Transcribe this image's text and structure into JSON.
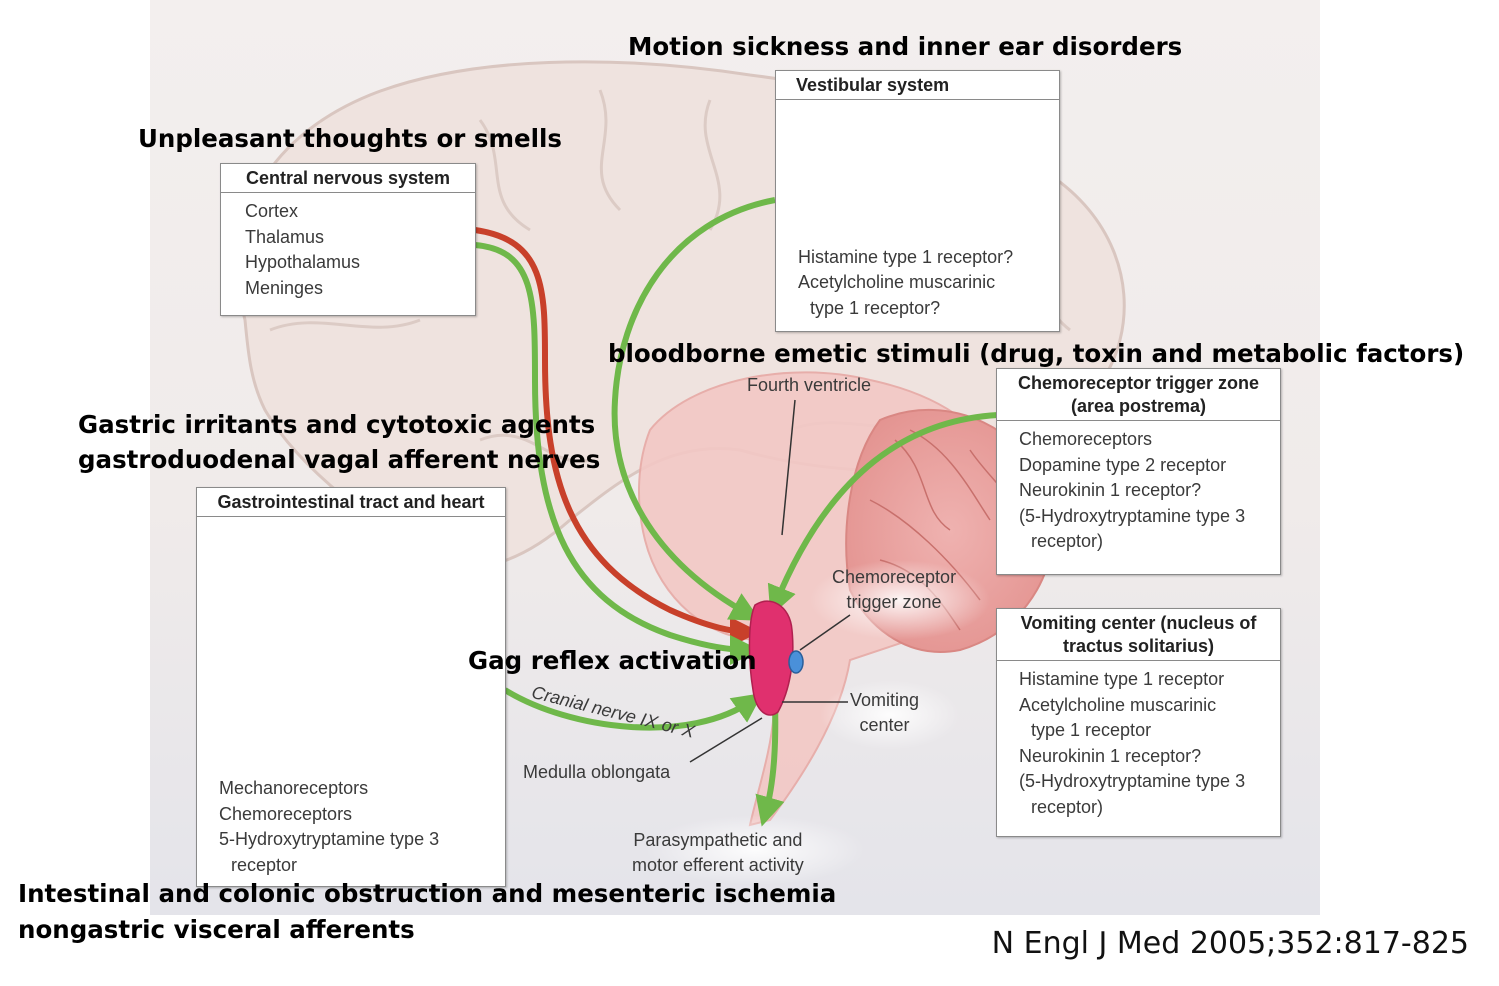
{
  "headings": {
    "motion": "Motion sickness and inner ear disorders",
    "unpleasant": "Unpleasant thoughts or smells",
    "bloodborne": "bloodborne emetic stimuli (drug, toxin and metabolic factors)",
    "gastric_line1": "Gastric irritants and cytotoxic agents",
    "gastric_line2": "gastroduodenal vagal afferent nerves",
    "gag": "Gag reflex activation",
    "intestinal_line1": "Intestinal and colonic obstruction and mesenteric ischemia",
    "intestinal_line2": "nongastric visceral afferents"
  },
  "boxes": {
    "cns": {
      "title": "Central nervous system",
      "items": [
        "Cortex",
        "Thalamus",
        "Hypothalamus",
        "Meninges"
      ]
    },
    "vestibular": {
      "title": "Vestibular system",
      "items": [
        "Histamine type 1 receptor?",
        "Acetylcholine muscarinic",
        "type 1 receptor?"
      ]
    },
    "ctz": {
      "title_line1": "Chemoreceptor trigger zone",
      "title_line2": "(area postrema)",
      "items": [
        "Chemoreceptors",
        "Dopamine type 2 receptor",
        "Neurokinin 1 receptor?",
        "(5-Hydroxytryptamine type 3",
        "receptor)"
      ]
    },
    "vomiting": {
      "title_line1": "Vomiting center (nucleus of",
      "title_line2": "tractus solitarius)",
      "items": [
        "Histamine type 1 receptor",
        "Acetylcholine muscarinic",
        "type 1 receptor",
        "Neurokinin 1 receptor?",
        "(5-Hydroxytryptamine type 3",
        "receptor)"
      ]
    },
    "gi": {
      "title": "Gastrointestinal tract and heart",
      "items": [
        "Mechanoreceptors",
        "Chemoreceptors",
        "5-Hydroxytryptamine type 3",
        "receptor"
      ]
    }
  },
  "labels": {
    "fourth_ventricle": "Fourth ventricle",
    "ctz_line1": "Chemoreceptor",
    "ctz_line2": "trigger zone",
    "vomiting_line1": "Vomiting",
    "vomiting_line2": "center",
    "medulla": "Medulla oblongata",
    "cranial_nerve": "Cranial nerve IX or X",
    "efferent_line1": "Parasympathetic and",
    "efferent_line2": "motor efferent activity"
  },
  "citation": "N Engl J Med 2005;352:817-825",
  "colors": {
    "pathway_green": "#6fb84a",
    "pathway_red": "#c8402a",
    "vomiting_center": "#e0306e",
    "ctz": "#4a90d9"
  }
}
